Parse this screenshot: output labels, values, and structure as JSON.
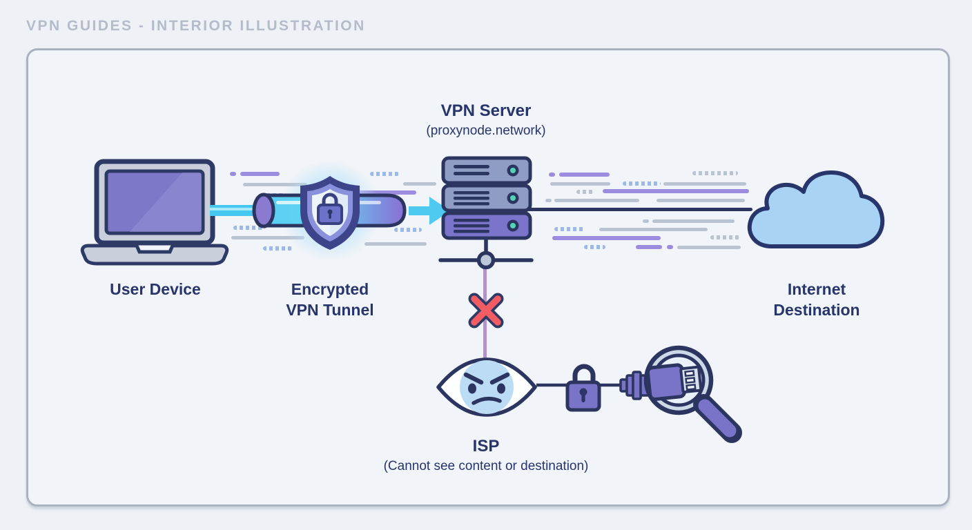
{
  "header": {
    "title": "VPN GUIDES - INTERIOR ILLUSTRATION"
  },
  "diagram": {
    "user_device": {
      "label": "User Device"
    },
    "tunnel": {
      "line1": "Encrypted",
      "line2": "VPN Tunnel"
    },
    "vpn_server": {
      "title": "VPN Server",
      "subtitle": "(proxynode.network)"
    },
    "internet": {
      "line1": "Internet",
      "line2": "Destination"
    },
    "isp": {
      "title": "ISP",
      "subtitle": "(Cannot see content or destination)"
    }
  },
  "icons": {
    "user_device": "laptop-icon",
    "tunnel": "shield-lock-icon",
    "tunnel_flow": "arrow-right-icon",
    "vpn_server": "server-stack-icon",
    "internet": "cloud-icon",
    "isp": "angry-eye-icon",
    "isp_privacy": "padlock-icon",
    "isp_inspection": "magnifier-plug-icon",
    "blocked": "x-mark-icon"
  },
  "colors": {
    "background": "#eef1f6",
    "panel": "#f1f4f8",
    "panel_border": "#aab2c0",
    "title_text": "#b5bcc9",
    "ink": "#27356b",
    "navy": "#2b3560",
    "purple": "#7a74c9",
    "cyan": "#4ec9ef",
    "teal": "#52d6b8",
    "red": "#f25c63",
    "cloud": "#a9d3f5",
    "iris": "#bcdcf6",
    "glow": "#b9e3fa",
    "dash_purple": "#9b8ce0",
    "dash_gray": "#bac3d2",
    "dash_blue": "#9db9e8",
    "line_purple": "#b193c7"
  }
}
